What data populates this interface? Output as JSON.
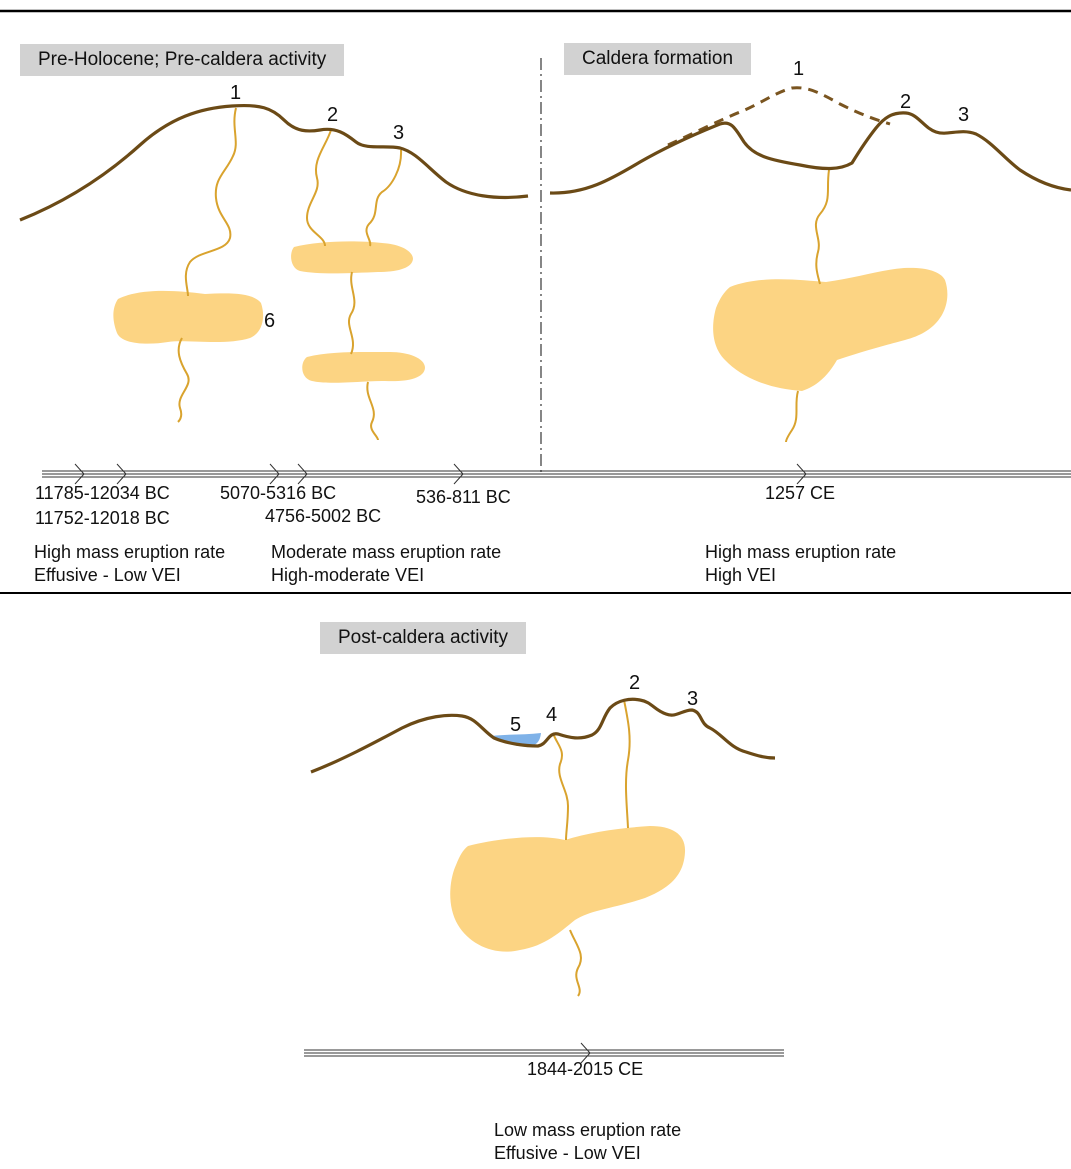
{
  "panels": {
    "pre_caldera": {
      "title": "Pre-Holocene; Pre-caldera activity",
      "vent_labels": [
        "1",
        "2",
        "3"
      ],
      "reservoir_label": "6",
      "dates": [
        "11785-12034 BC",
        "11752-12018 BC",
        "5070-5316 BC",
        "4756-5002 BC",
        "536-811 BC"
      ],
      "rates": [
        {
          "line1": "High mass eruption rate",
          "line2": "Effusive - Low VEI"
        },
        {
          "line1": "Moderate mass eruption rate",
          "line2": "High-moderate VEI"
        }
      ]
    },
    "caldera_formation": {
      "title": "Caldera formation",
      "vent_labels": [
        "1",
        "2",
        "3"
      ],
      "dates": [
        "1257 CE"
      ],
      "rate": {
        "line1": "High mass eruption rate",
        "line2": "High VEI"
      }
    },
    "post_caldera": {
      "title": "Post-caldera activity",
      "vent_labels": [
        "2",
        "3",
        "4",
        "5"
      ],
      "dates": [
        "1844-2015 CE"
      ],
      "rate": {
        "line1": "Low mass eruption rate",
        "line2": "Effusive - Low VEI"
      }
    }
  },
  "colors": {
    "terrain": "#6b4a16",
    "conduit": "#d9a32e",
    "magma": "#fcd483",
    "lake": "#7fb2e8",
    "title_bg": "#d2d2d2"
  }
}
